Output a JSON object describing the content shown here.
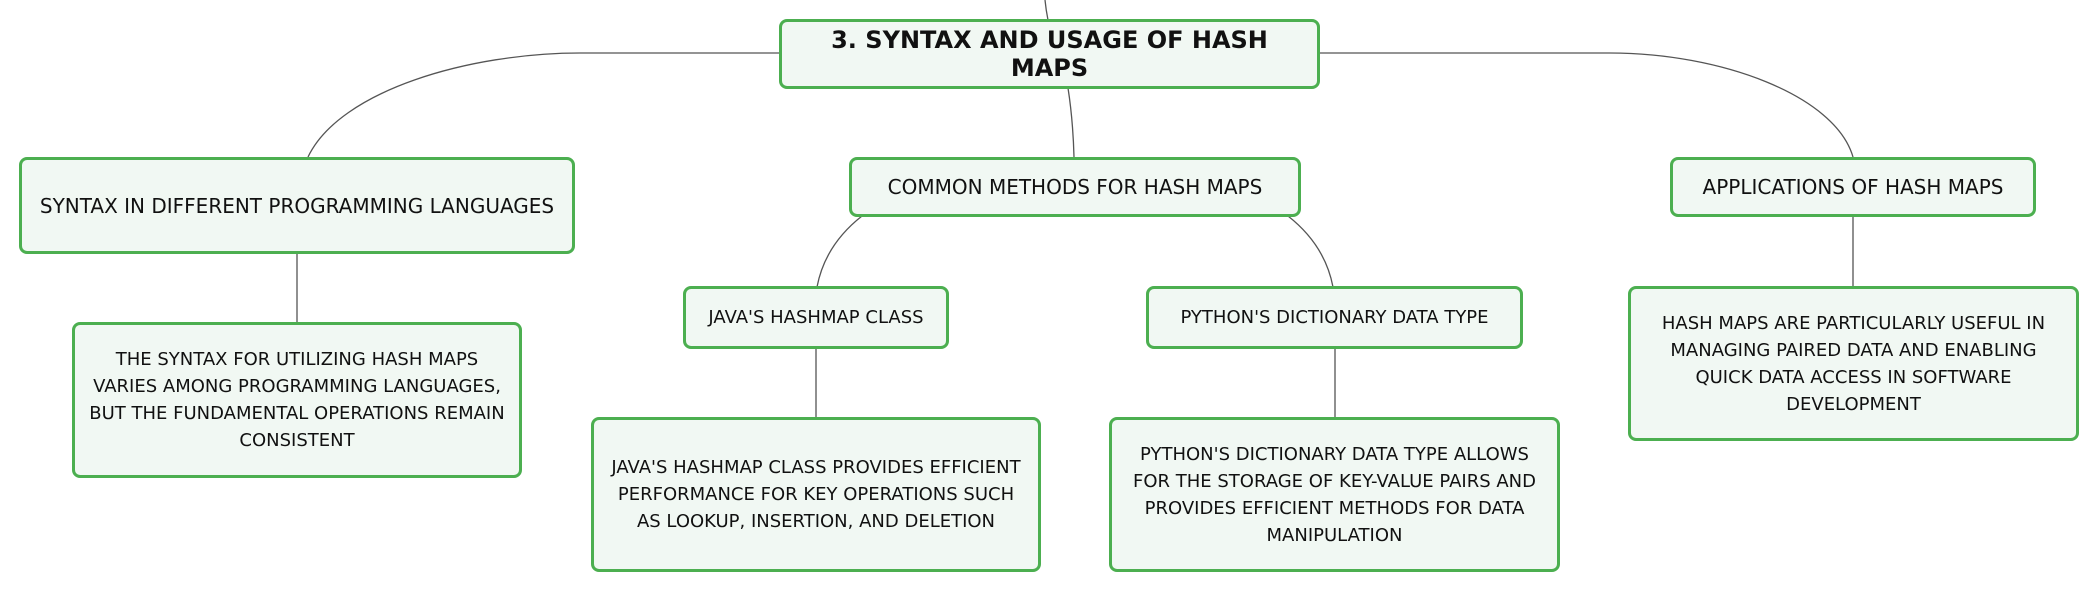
{
  "diagram": {
    "root": {
      "label": "3. SYNTAX AND USAGE OF HASH MAPS"
    },
    "syntax": {
      "label": "SYNTAX IN DIFFERENT PROGRAMMING LANGUAGES",
      "detail": "THE SYNTAX FOR UTILIZING HASH MAPS VARIES AMONG PROGRAMMING LANGUAGES, BUT THE FUNDAMENTAL OPERATIONS REMAIN CONSISTENT"
    },
    "methods": {
      "label": "COMMON METHODS FOR HASH MAPS",
      "java": {
        "label": "JAVA'S HASHMAP CLASS",
        "detail": "JAVA'S HASHMAP CLASS PROVIDES EFFICIENT PERFORMANCE FOR KEY OPERATIONS SUCH AS LOOKUP, INSERTION, AND DELETION"
      },
      "python": {
        "label": "PYTHON'S DICTIONARY DATA TYPE",
        "detail": "PYTHON'S DICTIONARY DATA TYPE ALLOWS FOR THE STORAGE OF KEY-VALUE PAIRS AND PROVIDES EFFICIENT METHODS FOR DATA MANIPULATION"
      }
    },
    "applications": {
      "label": "APPLICATIONS OF HASH MAPS",
      "detail": "HASH MAPS ARE PARTICULARLY USEFUL IN MANAGING PAIRED DATA AND ENABLING QUICK DATA ACCESS IN SOFTWARE DEVELOPMENT"
    },
    "colors": {
      "node_border": "#4caf50",
      "node_fill": "#f1f8f3",
      "connector": "#555555",
      "text": "#111111"
    }
  }
}
